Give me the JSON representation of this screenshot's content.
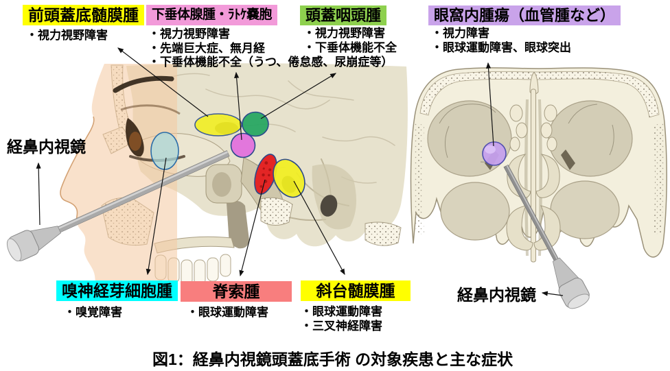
{
  "caption": "図1：経鼻内視鏡頭蓋底手術 の対象疾患と主な症状",
  "endoscope_label_left": "経鼻内視鏡",
  "endoscope_label_right": "経鼻内視鏡",
  "colors": {
    "marker_stroke": "#2b4a8b",
    "arrow": "#111111"
  },
  "diseases": {
    "anterior_skull_base_meningioma": {
      "title": "前頭蓋底髄膜腫",
      "bg": "#ffff00",
      "marker": "#f1ee24",
      "symptoms": [
        "・視力視野障害"
      ]
    },
    "pituitary_adenoma_rathke_cyst": {
      "title": "下垂体腺腫・ﾗﾄｹ嚢胞",
      "bg": "#f29ad9",
      "marker": "#e26edd",
      "symptoms": [
        "・視力視野障害",
        "・先端巨大症、無月経",
        "・下垂体機能不全（うつ、倦怠感、尿崩症等）"
      ]
    },
    "craniopharyngioma": {
      "title": "頭蓋咽頭腫",
      "bg": "#8ed04e",
      "marker": "#23a55f",
      "symptoms": [
        "・視力視野障害",
        "・下垂体機能不全"
      ]
    },
    "orbital_tumor": {
      "title": "眼窩内腫瘍（血管腫など）",
      "bg": "#c9a3ea",
      "marker": "#c5a0ed",
      "symptoms": [
        "・視力障害",
        "・眼球運動障害、眼球突出"
      ]
    },
    "olfactory_neuroblastoma": {
      "title": "嗅神経芽細胞腫",
      "bg": "#00ffff",
      "marker": "#a9dade",
      "symptoms": [
        "・嗅覚障害"
      ]
    },
    "chordoma": {
      "title": "脊索腫",
      "bg": "#f87e7e",
      "marker": "#e32525",
      "symptoms": [
        "・眼球運動障害"
      ]
    },
    "clival_meningioma": {
      "title": "斜台髄膜腫",
      "bg": "#ffff00",
      "marker": "#f1ee24",
      "symptoms": [
        "・眼球運動障害",
        "・三叉神経障害"
      ]
    }
  }
}
